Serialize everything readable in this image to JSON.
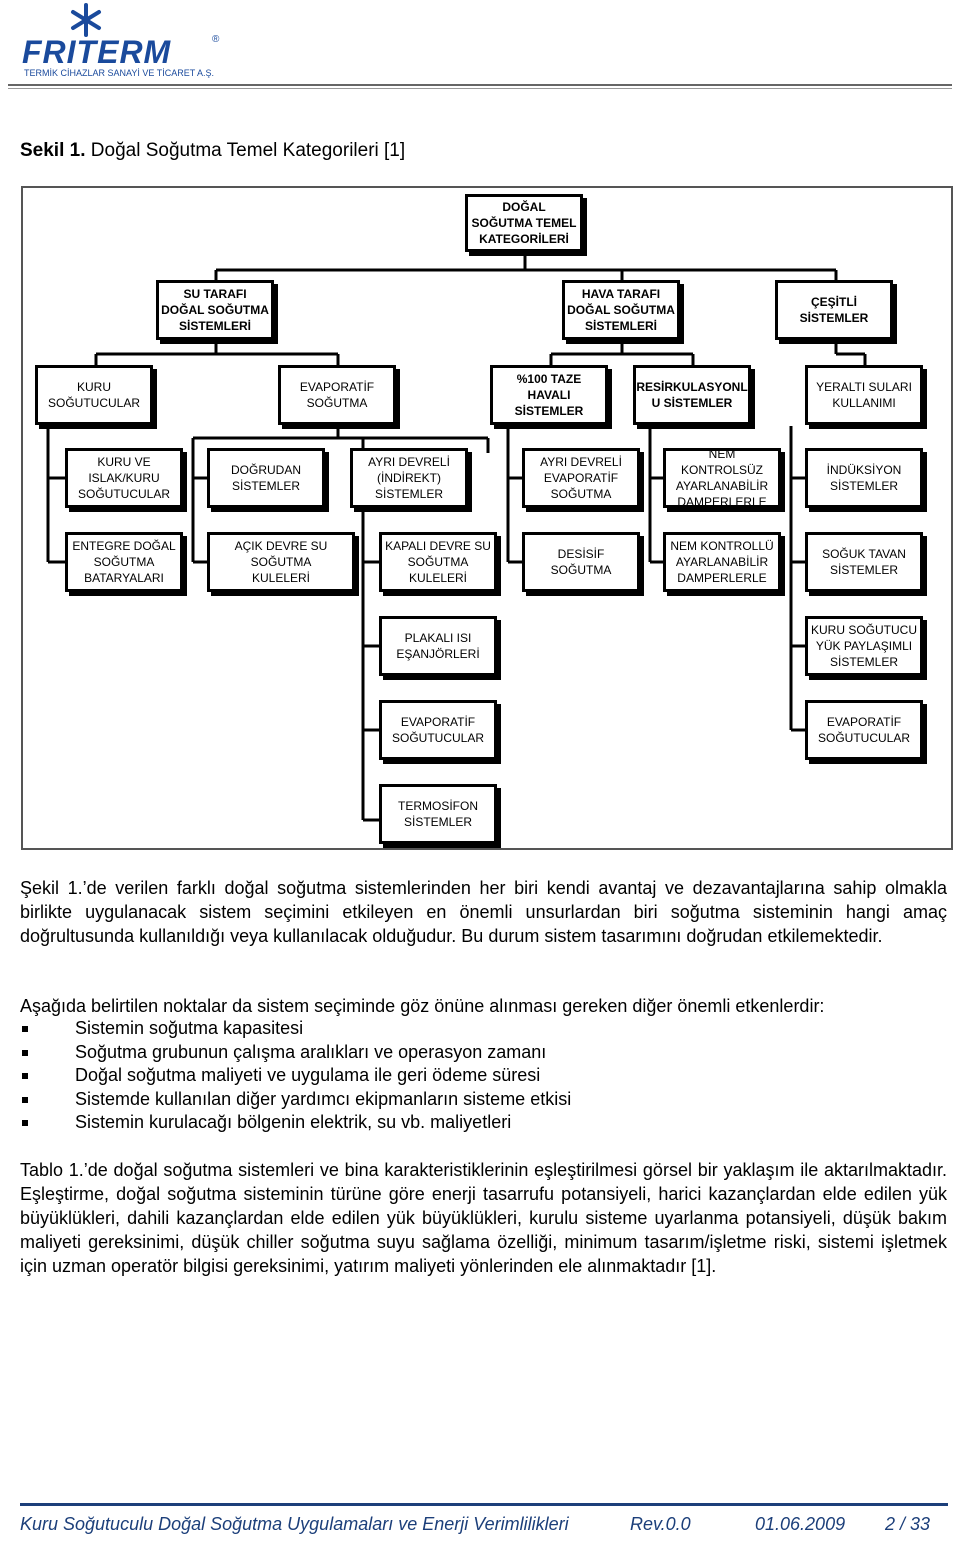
{
  "header": {
    "logo_text": "FRITERM",
    "logo_registered": "®",
    "logo_tagline": "TERMİK CİHAZLAR SANAYİ VE TİCARET A.Ş.",
    "brand_color": "#1a4a9c"
  },
  "figure": {
    "caption_label": "Sekil 1.",
    "caption_text": " Doğal Soğutma Temel Kategorileri [1]",
    "root": "DOĞAL\nSOĞUTMA TEMEL\nKATEGORİLERİ",
    "categories": [
      {
        "title": "SU TARAFI\nDOĞAL SOĞUTMA\nSİSTEMLERİ",
        "groups": [
          {
            "head": "KURU\nSOĞUTUCULAR",
            "items": [
              "KURU VE\nISLAK/KURU\nSOĞUTUCULAR",
              "ENTEGRE DOĞAL\nSOĞUTMA\nBATARYALARI"
            ]
          },
          {
            "head": "EVAPORATİF\nSOĞUTMA",
            "items": [
              "DOĞRUDAN\nSİSTEMLER",
              "AÇIK DEVRE SU\nSOĞUTMA\nKULELERİ",
              "AYRI DEVRELİ\n(İNDİREKT)\nSİSTEMLER",
              "KAPALI DEVRE SU\nSOĞUTMA\nKULELERİ",
              "PLAKALI ISI\nEŞANJÖRLERİ",
              "EVAPORATİF\nSOĞUTUCULAR",
              "TERMOSİFON\nSİSTEMLER"
            ]
          }
        ]
      },
      {
        "title": "HAVA TARAFI\nDOĞAL SOĞUTMA\nSİSTEMLERİ",
        "groups": [
          {
            "head": "%100 TAZE\nHAVALI\nSİSTEMLER",
            "items": [
              "AYRI DEVRELİ\nEVAPORATİF\nSOĞUTMA",
              "DESİSİF SOĞUTMA"
            ]
          },
          {
            "head": "RESİRKULASYONL\nU SİSTEMLER",
            "items": [
              "NEM KONTROLSÜZ\nAYARLANABİLİR\nDAMPERLERLE",
              "NEM KONTROLLÜ\nAYARLANABİLİR\nDAMPERLERLE"
            ]
          }
        ]
      },
      {
        "title": "ÇEŞİTLİ\nSİSTEMLER",
        "groups": [
          {
            "head": "YERALTI SULARI\nKULLANIMI",
            "items": [
              "İNDÜKSİYON\nSİSTEMLER",
              "SOĞUK TAVAN\nSİSTEMLER",
              "KURU SOĞUTUCU\nYÜK PAYLAŞIMLI\nSİSTEMLER",
              "EVAPORATİF\nSOĞUTUCULAR"
            ]
          }
        ]
      }
    ]
  },
  "body": {
    "paragraph1": "Şekil 1.’de verilen farklı doğal soğutma sistemlerinden her biri kendi avantaj ve dezavantajlarına sahip olmakla birlikte uygulanacak sistem seçimini etkileyen en önemli unsurlardan biri soğutma sisteminin hangi amaç doğrultusunda kullanıldığı veya kullanılacak olduğudur. Bu durum sistem tasarımını doğrudan etkilemektedir.",
    "paragraph2": "Aşağıda belirtilen noktalar da sistem seçiminde göz önüne alınması gereken diğer önemli etkenlerdir:",
    "bullets": [
      "Sistemin soğutma kapasitesi",
      "Soğutma grubunun çalışma aralıkları ve operasyon zamanı",
      "Doğal soğutma maliyeti ve uygulama ile geri ödeme süresi",
      "Sistemde kullanılan diğer yardımcı ekipmanların sisteme etkisi",
      "Sistemin kurulacağı bölgenin elektrik, su vb. maliyetleri"
    ],
    "paragraph3": "Tablo 1.’de doğal soğutma sistemleri ve bina karakteristiklerinin eşleştirilmesi görsel bir yaklaşım ile aktarılmaktadır. Eşleştirme, doğal soğutma sisteminin türüne göre enerji tasarrufu potansiyeli, harici kazançlardan elde edilen yük büyüklükleri, dahili kazançlardan elde edilen yük büyüklükleri, kurulu sisteme uyarlanma potansiyeli, düşük bakım maliyeti gereksinimi, düşük chiller soğutma suyu sağlama özelliği, minimum tasarım/işletme riski, sistemi işletmek için uzman operatör bilgisi gereksinimi, yatırım maliyeti yönlerinden ele alınmaktadır [1]."
  },
  "footer": {
    "title": "Kuru Soğutuculu Doğal Soğutma Uygulamaları ve Enerji Verimlilikleri",
    "revision": "Rev.0.0",
    "date": "01.06.2009",
    "page": "2 / 33",
    "color": "#1c3f7a"
  }
}
